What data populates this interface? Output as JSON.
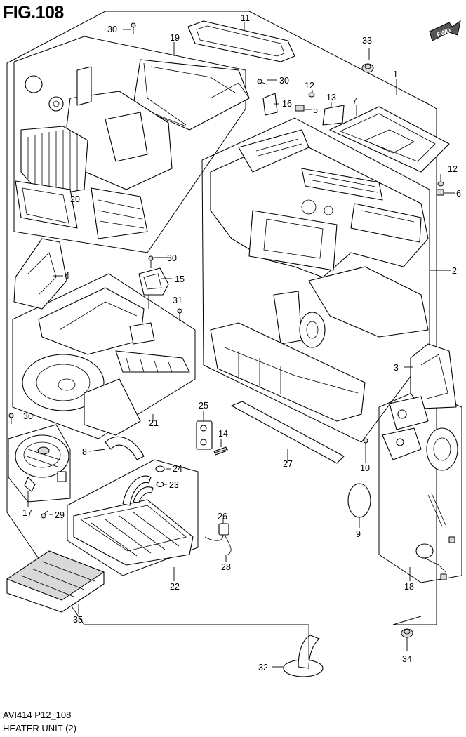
{
  "figure": {
    "title": "FIG.108",
    "code": "AVI414 P12_108",
    "name": "HEATER UNIT (2)",
    "direction_badge": "FWD"
  },
  "callouts": {
    "c1": "1",
    "c2": "2",
    "c3": "3",
    "c4": "4",
    "c5": "5",
    "c6": "6",
    "c7": "7",
    "c8": "8",
    "c9": "9",
    "c10": "10",
    "c11": "11",
    "c12a": "12",
    "c12b": "12",
    "c13": "13",
    "c14": "14",
    "c15": "15",
    "c16": "16",
    "c17": "17",
    "c18": "18",
    "c19": "19",
    "c20": "20",
    "c21": "21",
    "c22": "22",
    "c23": "23",
    "c24": "24",
    "c25": "25",
    "c26": "26",
    "c27": "27",
    "c28": "28",
    "c29": "29",
    "c30a": "30",
    "c30b": "30",
    "c30c": "30",
    "c30d": "30",
    "c31": "31",
    "c32": "32",
    "c33": "33",
    "c34": "34",
    "c35": "35"
  }
}
